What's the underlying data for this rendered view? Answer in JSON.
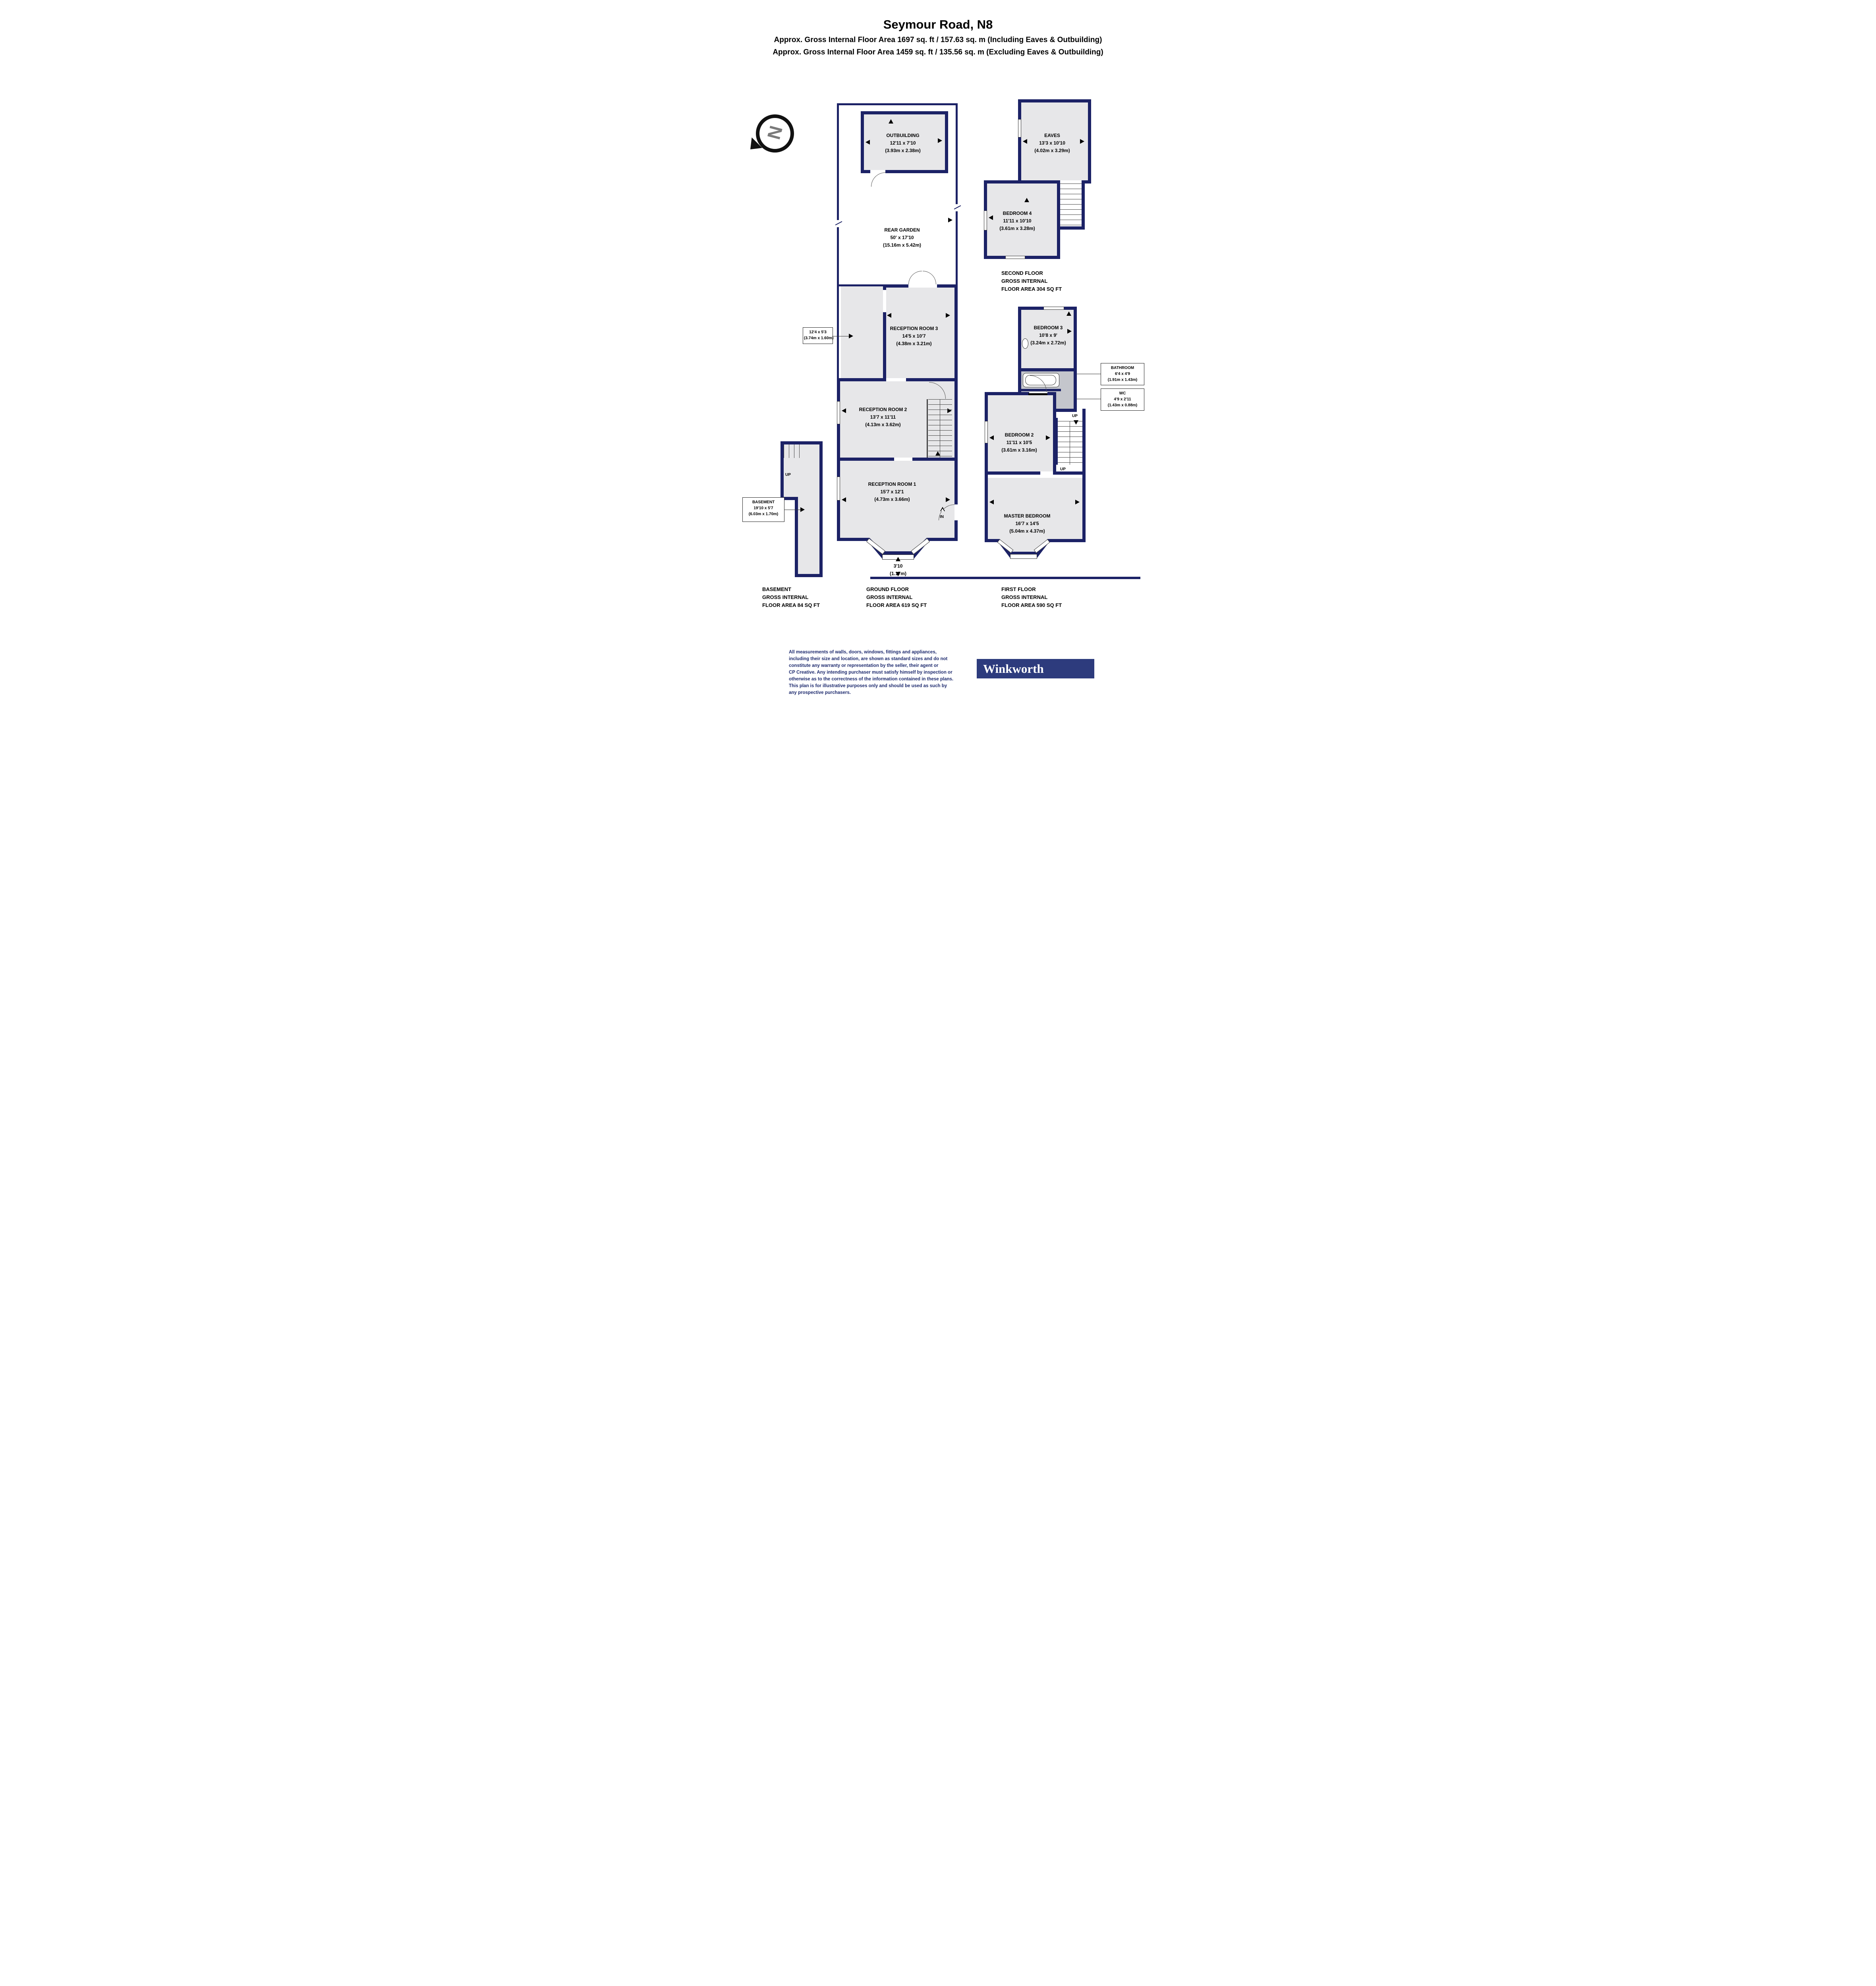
{
  "header": {
    "title": "Seymour Road, N8",
    "subtitle1": "Approx. Gross Internal Floor Area 1697 sq. ft / 157.63 sq. m (Including Eaves & Outbuilding)",
    "subtitle2": "Approx. Gross Internal Floor Area 1459 sq. ft / 135.56 sq. m (Excluding Eaves & Outbuilding)"
  },
  "compass": {
    "letter": "N"
  },
  "rooms": {
    "outbuilding": {
      "name": "OUTBUILDING",
      "imperial": "12'11 x 7'10",
      "metric": "(3.93m x 2.38m)"
    },
    "rear_garden": {
      "name": "REAR GARDEN",
      "imperial": "50' x 17'10",
      "metric": "(15.16m x 5.42m)"
    },
    "side_return": {
      "imperial": "12'4 x 5'3",
      "metric": "(3.74m x 1.60m)"
    },
    "reception_room_3": {
      "name": "RECEPTION ROOM 3",
      "imperial": "14'5 x 10'7",
      "metric": "(4.38m x 3.21m)"
    },
    "reception_room_2": {
      "name": "RECEPTION ROOM 2",
      "imperial": "13'7 x 11'11",
      "metric": "(4.13m x 3.62m)"
    },
    "reception_room_1": {
      "name": "RECEPTION ROOM 1",
      "imperial": "15'7 x 12'1",
      "metric": "(4.73m x 3.66m)"
    },
    "front_bay": {
      "imperial": "3'10",
      "metric": "(1.17m)"
    },
    "basement": {
      "name": "BASEMENT",
      "imperial": "19'10 x 5'7",
      "metric": "(6.03m x 1.70m)"
    },
    "eaves": {
      "name": "EAVES",
      "imperial": "13'3 x 10'10",
      "metric": "(4.02m x 3.29m)"
    },
    "bedroom_4": {
      "name": "BEDROOM 4",
      "imperial": "11'11 x 10'10",
      "metric": "(3.61m x 3.28m)"
    },
    "bedroom_3": {
      "name": "BEDROOM 3",
      "imperial": "10'8 x 9'",
      "metric": "(3.24m x 2.72m)"
    },
    "bathroom": {
      "name": "BATHROOM",
      "imperial": "6'4 x 4'9",
      "metric": "(1.91m x 1.43m)"
    },
    "wc": {
      "name": "WC",
      "imperial": "4'9 x 2'11",
      "metric": "(1.43m x 0.88m)"
    },
    "bedroom_2": {
      "name": "BEDROOM 2",
      "imperial": "11'11 x 10'5",
      "metric": "(3.61m x 3.16m)"
    },
    "master_bedroom": {
      "name": "MASTER BEDROOM",
      "imperial": "16'7 x 14'5",
      "metric": "(5.04m x 4.37m)"
    }
  },
  "summaries": {
    "basement": {
      "l1": "BASEMENT",
      "l2": "GROSS INTERNAL",
      "l3": "FLOOR AREA 84 SQ FT"
    },
    "ground": {
      "l1": "GROUND FLOOR",
      "l2": "GROSS INTERNAL",
      "l3": "FLOOR AREA 619 SQ FT"
    },
    "first": {
      "l1": "FIRST FLOOR",
      "l2": "GROSS INTERNAL",
      "l3": "FLOOR AREA 590 SQ FT"
    },
    "second": {
      "l1": "SECOND FLOOR",
      "l2": "GROSS INTERNAL",
      "l3": "FLOOR AREA 304 SQ FT"
    }
  },
  "annotations": {
    "up": "UP",
    "in": "IN"
  },
  "disclaimer": {
    "lines": [
      "All measurements of walls, doors, windows, fittings and appliances,",
      "including their size and location, are shown as standard sizes and do not",
      "constitute any warranty or representation by the seller, their agent or",
      "CP Creative. Any intending purchaser must satisfy himself by inspection or",
      "otherwise as to the correctness of the information contained in these plans.",
      "This plan is for illustrative purposes only and should be used as such by",
      "any prospective purchasers."
    ]
  },
  "brand": {
    "name": "Winkworth"
  },
  "colors": {
    "wall": "#1c2266",
    "fill": "#e7e7e9",
    "disclaimer": "#1d2a6e",
    "brand_bg": "#2d3b7d",
    "fixture": "#c4c6cc"
  }
}
